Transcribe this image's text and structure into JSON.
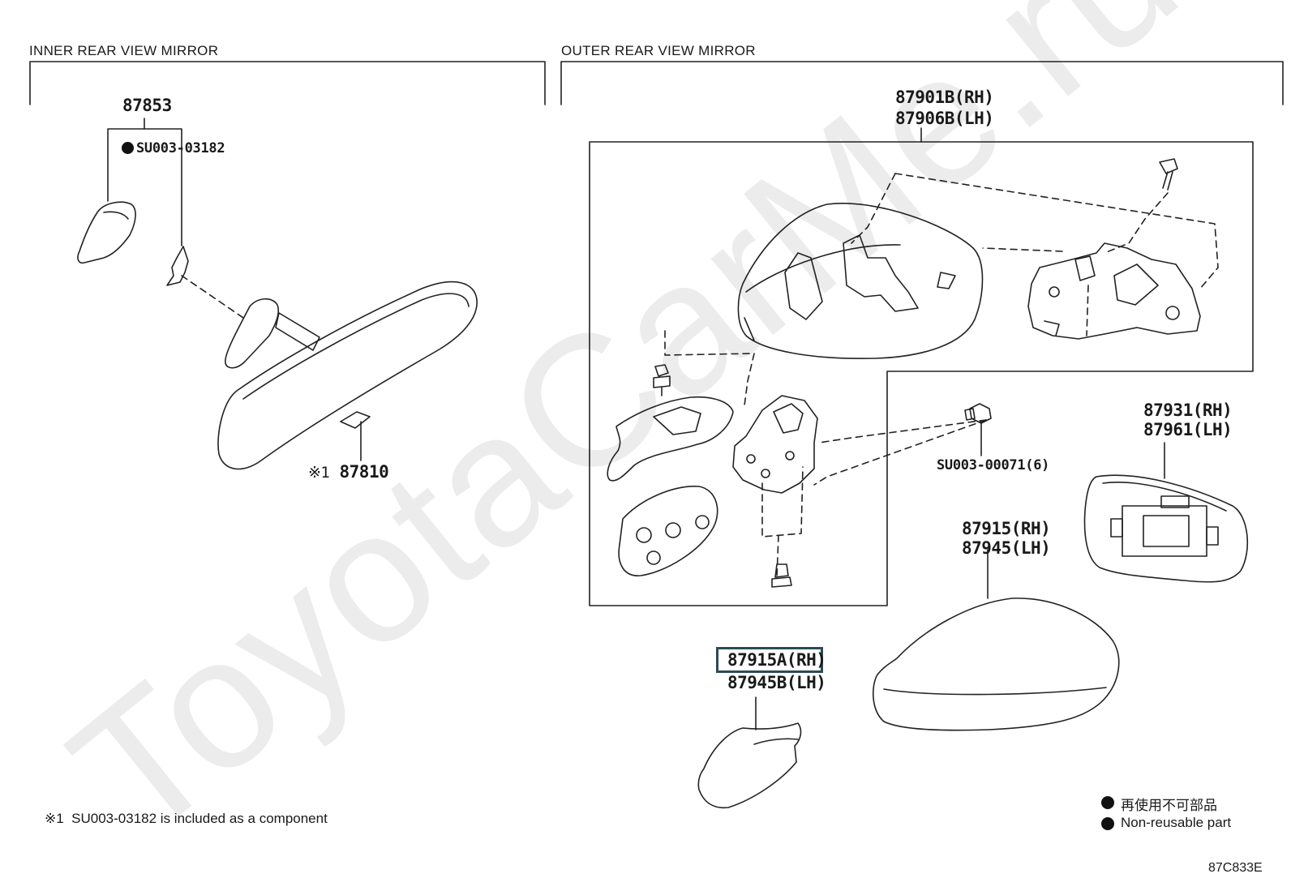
{
  "diagram_code": "87C833E",
  "watermark": "ToyotaCarMe.ru",
  "sections": {
    "inner": {
      "title": "INNER REAR VIEW MIRROR"
    },
    "outer": {
      "title": "OUTER REAR VIEW MIRROR"
    }
  },
  "parts": {
    "p87853": "87853",
    "su00303182": "SU003-03182",
    "p87810": "87810",
    "p87810_mark": "※1",
    "p87901b": "87901B(RH)",
    "p87906b": "87906B(LH)",
    "su00300071": "SU003-00071(6)",
    "p87931": "87931(RH)",
    "p87961": "87961(LH)",
    "p87915": "87915(RH)",
    "p87945": "87945(LH)",
    "p87915a": "87915A(RH)",
    "p87945b": "87945B(LH)"
  },
  "footnote": {
    "mark": "※1",
    "text": "SU003-03182 is included as a component"
  },
  "legend": {
    "items": [
      {
        "label": "再使用不可部品"
      },
      {
        "label": "Non-reusable part"
      }
    ]
  }
}
